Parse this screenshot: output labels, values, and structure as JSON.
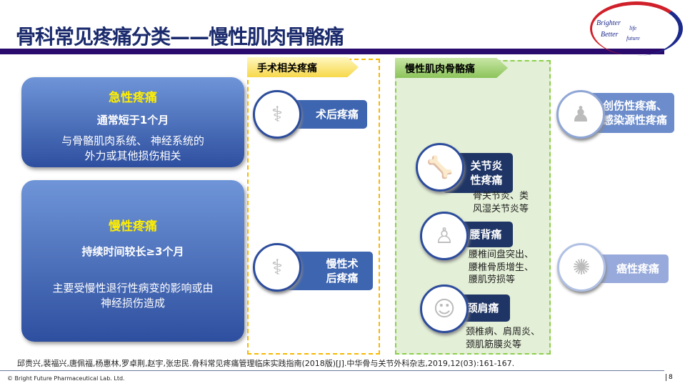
{
  "title": "骨科常见疼痛分类——慢性肌肉骨骼痛",
  "logo": {
    "line1": "Brighter",
    "line1b": "life",
    "line2": "Better",
    "line2b": "future"
  },
  "acute": {
    "heading": "急性疼痛",
    "duration": "通常短于1个月",
    "desc1": "与骨骼肌肉系统、 神经系统的",
    "desc2": "外力或其他损伤相关"
  },
  "chronic": {
    "heading": "慢性疼痛",
    "duration": "持续时间较长≥3个月",
    "desc1": "主要受慢性退行性病变的影响或由",
    "desc2": "神经损伤造成"
  },
  "surgery": {
    "tag": "手术相关疼痛",
    "items": [
      "术后疼痛",
      "慢性术后疼痛"
    ],
    "item2_l1": "慢性术",
    "item2_l2": "后疼痛"
  },
  "msk": {
    "tag": "慢性肌肉骨骼痛",
    "items": [
      {
        "l1": "关节炎",
        "l2": "性疼痛",
        "d1": "骨关节炎、类",
        "d2": "风湿关节炎等"
      },
      {
        "l1": "腰背痛",
        "d1": "腰椎间盘突出、",
        "d2": "腰椎骨质增生、",
        "d3": "腰肌劳损等"
      },
      {
        "l1": "颈肩痛",
        "d1": "颈椎病、肩周炎、",
        "d2": "颈肌筋膜炎等"
      }
    ]
  },
  "other": {
    "trauma_l1": "创伤性疼痛、",
    "trauma_l2": "感染源性疼痛",
    "cancer": "癌性疼痛"
  },
  "reference": "邱贵兴,裴福兴,唐佩福,杨惠林,罗卓荆,赵宇,张忠民.骨科常见疼痛管理临床实践指南(2018版)[J].中华骨与关节外科杂志,2019,12(03):161-167.",
  "footer": {
    "copyright": "© Bright Future Pharmaceutical Lab. Ltd.",
    "page": "8"
  }
}
